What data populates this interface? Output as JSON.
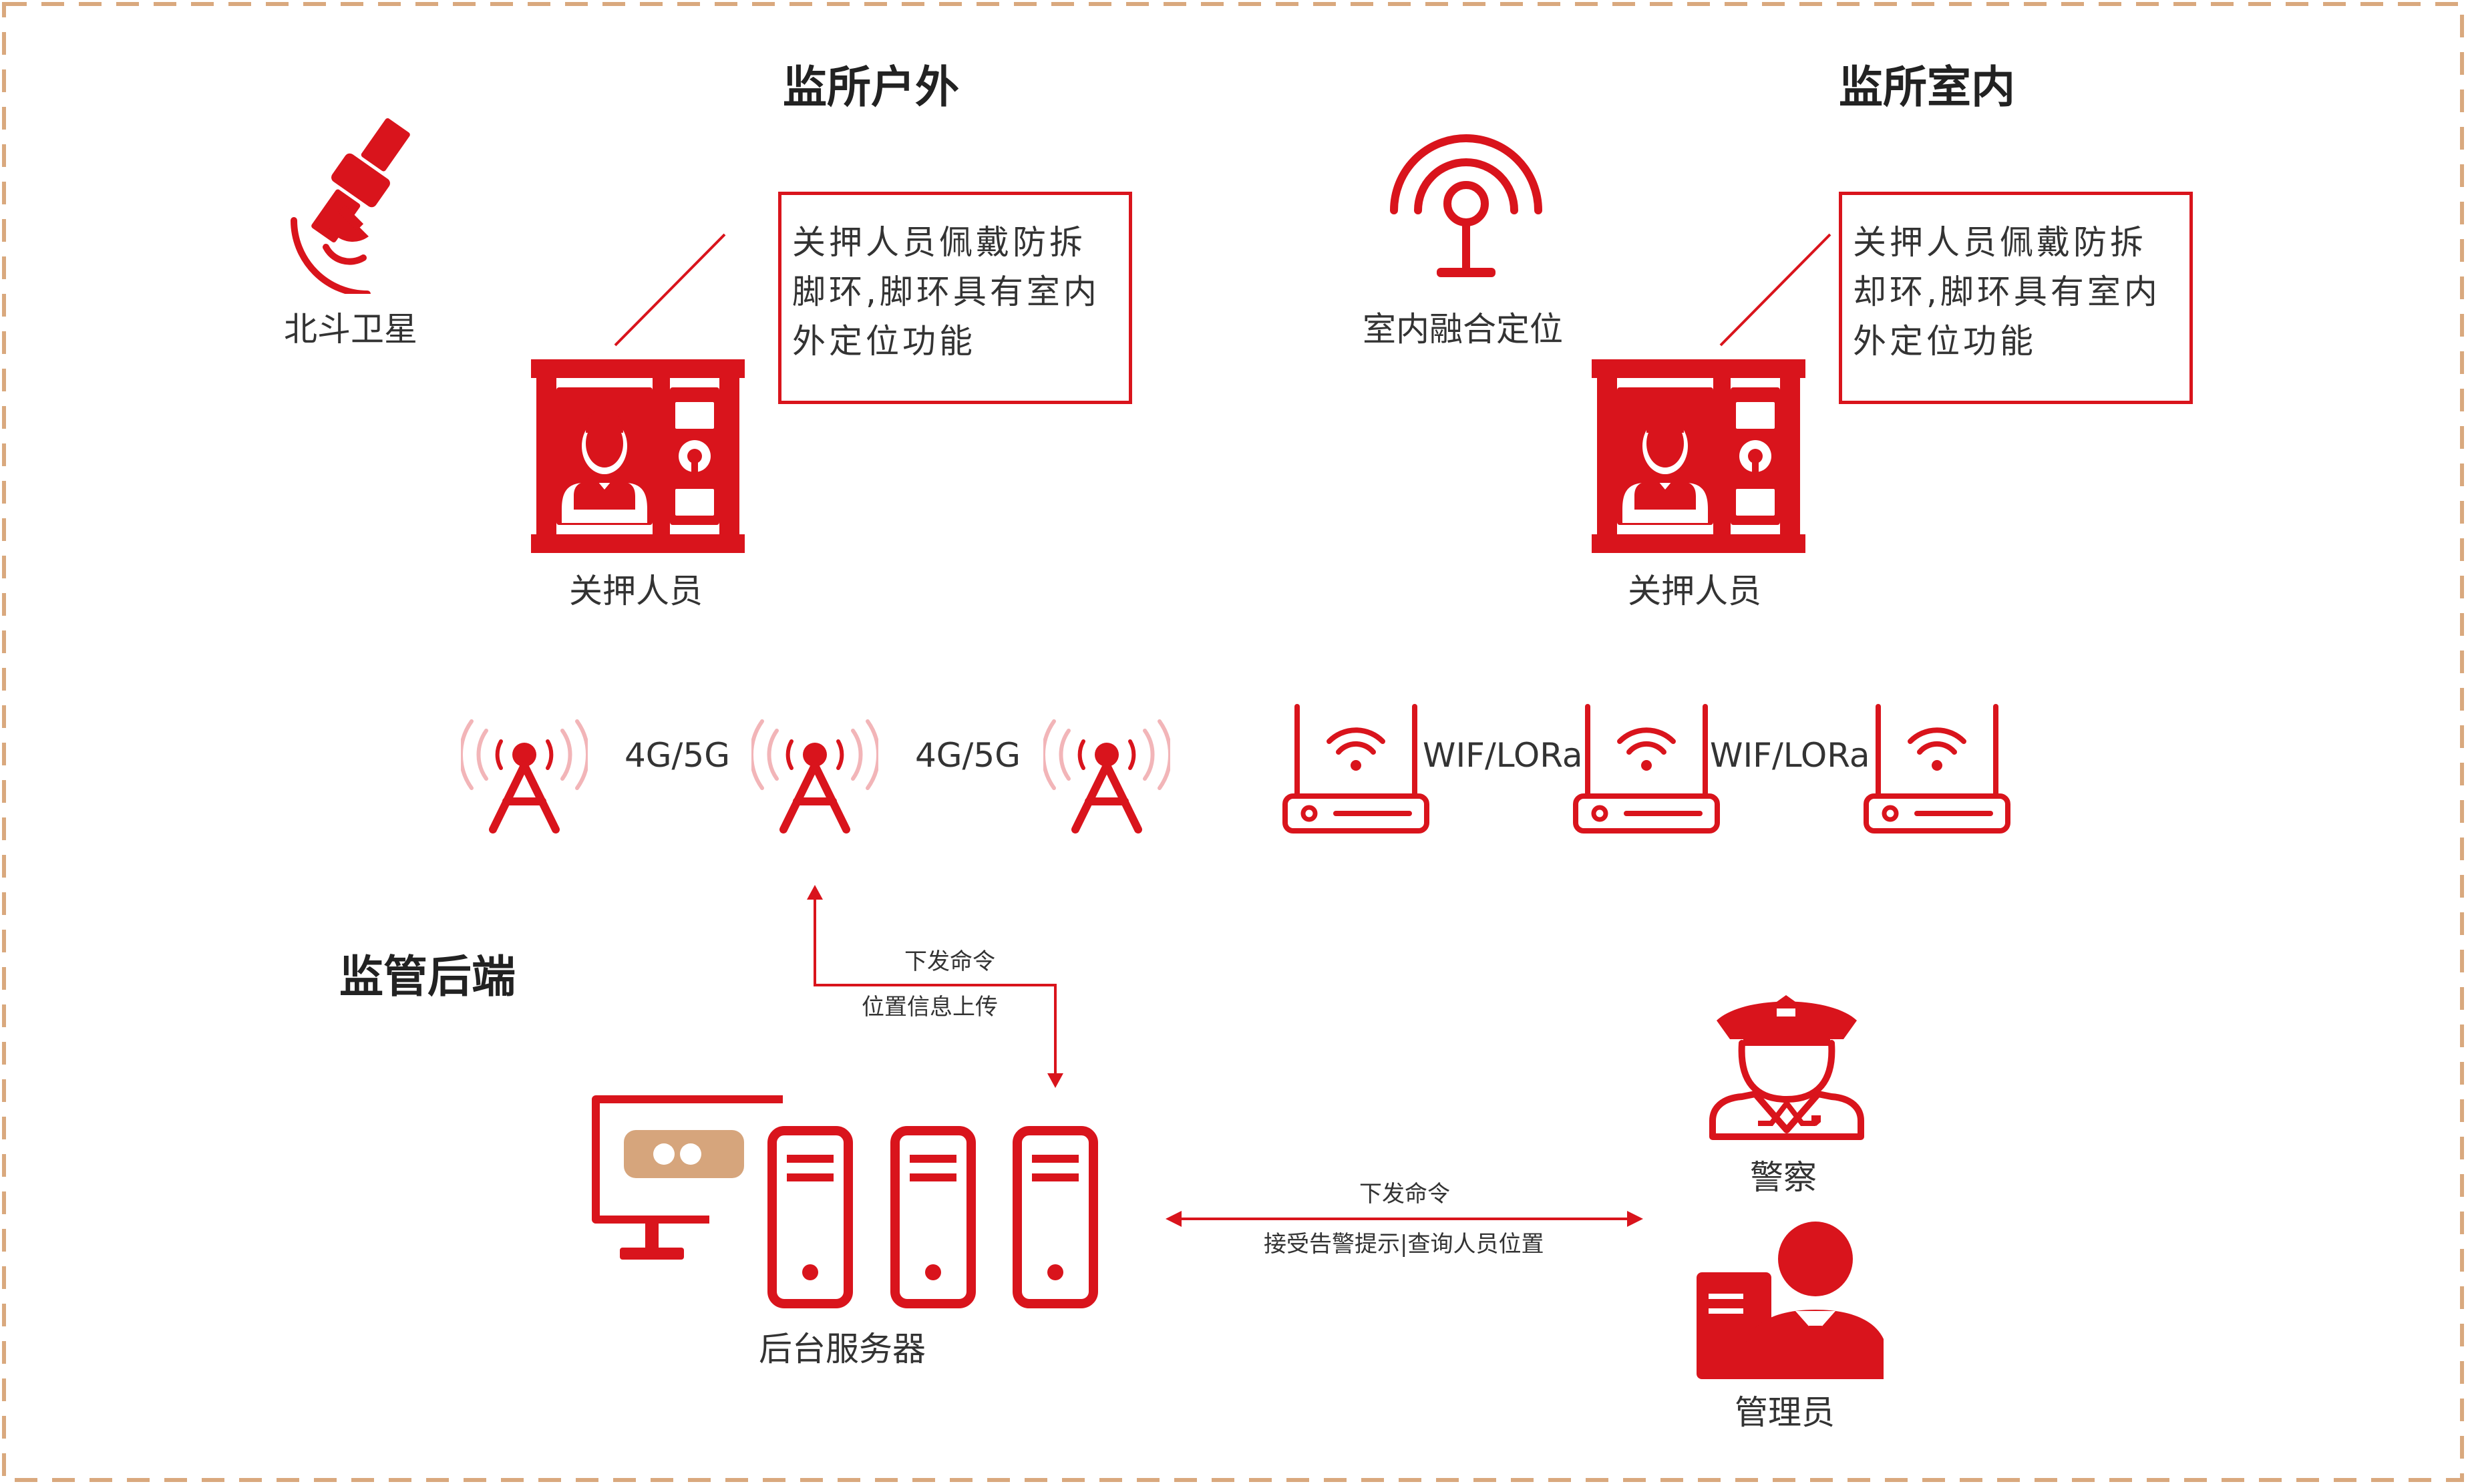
{
  "colors": {
    "accent": "#d9141c",
    "accent_light": "#f2b5b8",
    "tan": "#d6a57c",
    "border_dashed": "#d9a97e"
  },
  "sections": {
    "outdoor_title": "监所户外",
    "indoor_title": "监所室内",
    "backend_title": "监管后端"
  },
  "outdoor": {
    "satellite_label": "北斗卫星",
    "note": "关押人员佩戴防拆脚环,脚环具有室内外定位功能",
    "detainee_label": "关押人员",
    "network_labels": [
      "4G/5G",
      "4G/5G"
    ]
  },
  "indoor": {
    "positioning_label": "室内融合定位",
    "note": "关押人员佩戴防拆却环,脚环具有室内外定位功能",
    "detainee_label": "关押人员",
    "network_labels": [
      "WIF/LORa",
      "WIF/LORa"
    ]
  },
  "backend": {
    "uplink_command": "下发命令",
    "uplink_report": "位置信息上传",
    "server_label": "后台服务器",
    "link_command": "下发命令",
    "link_info": "接受告警提示|查询人员位置",
    "police_label": "警察",
    "admin_label": "管理员"
  },
  "icons": {
    "satellite": "satellite-icon",
    "indoor_beacon": "beacon-icon",
    "detainee": "detainee-cell-icon",
    "tower": "cell-tower-icon",
    "router": "wifi-router-icon",
    "monitor": "monitor-icon",
    "server": "server-icon",
    "police": "police-officer-icon",
    "admin": "administrator-icon"
  }
}
